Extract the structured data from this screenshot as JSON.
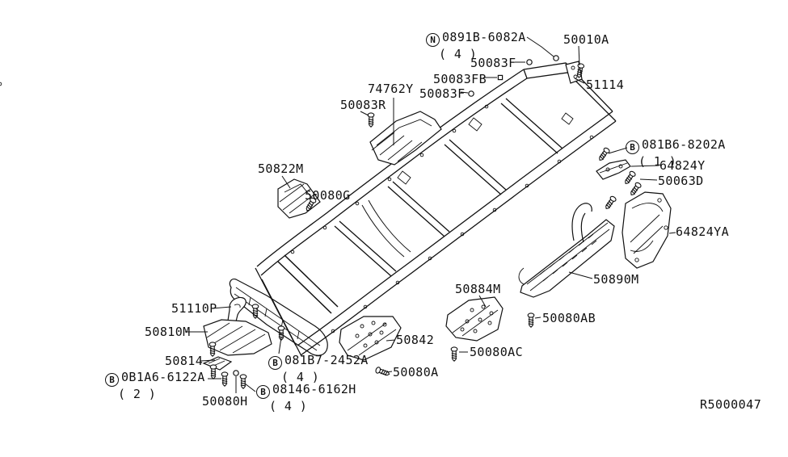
{
  "diagram": {
    "type": "exploded-parts-diagram",
    "subject": "vehicle-frame",
    "background_color": "#ffffff",
    "line_color": "#111111",
    "reference_number": "R5000047",
    "icons": {
      "bolt": "bolt-screw-icon",
      "clip_circle": "round-clip-icon",
      "clip_square": "square-clip-icon",
      "circled_letter": "hardware-class-badge"
    },
    "callouts": [
      {
        "prefix": "N",
        "label": "0891B-6082A",
        "qty": "( 4 )"
      },
      {
        "label": "50010A"
      },
      {
        "label": "50083F"
      },
      {
        "label": "50083FB"
      },
      {
        "label": "50083F"
      },
      {
        "label": "74762Y"
      },
      {
        "label": "50083R"
      },
      {
        "label": "51114"
      },
      {
        "prefix": "B",
        "label": "081B6-8202A",
        "qty": "( 1 )"
      },
      {
        "label": "64824Y"
      },
      {
        "label": "50063D"
      },
      {
        "label": "50822M"
      },
      {
        "label": "50080G"
      },
      {
        "label": "64824YA"
      },
      {
        "label": "50890M"
      },
      {
        "label": "50884M"
      },
      {
        "label": "50080AB"
      },
      {
        "label": "51110P"
      },
      {
        "label": "50810M"
      },
      {
        "label": "50814"
      },
      {
        "prefix": "B",
        "label": "081B7-2452A",
        "qty": "( 4 )"
      },
      {
        "label": "50842"
      },
      {
        "label": "50080AC"
      },
      {
        "label": "50080A"
      },
      {
        "prefix": "B",
        "label": "0B1A6-6122A",
        "qty": "( 2 )"
      },
      {
        "prefix": "B",
        "label": "08146-6162H",
        "qty": "( 4 )"
      },
      {
        "label": "50080H"
      }
    ]
  }
}
